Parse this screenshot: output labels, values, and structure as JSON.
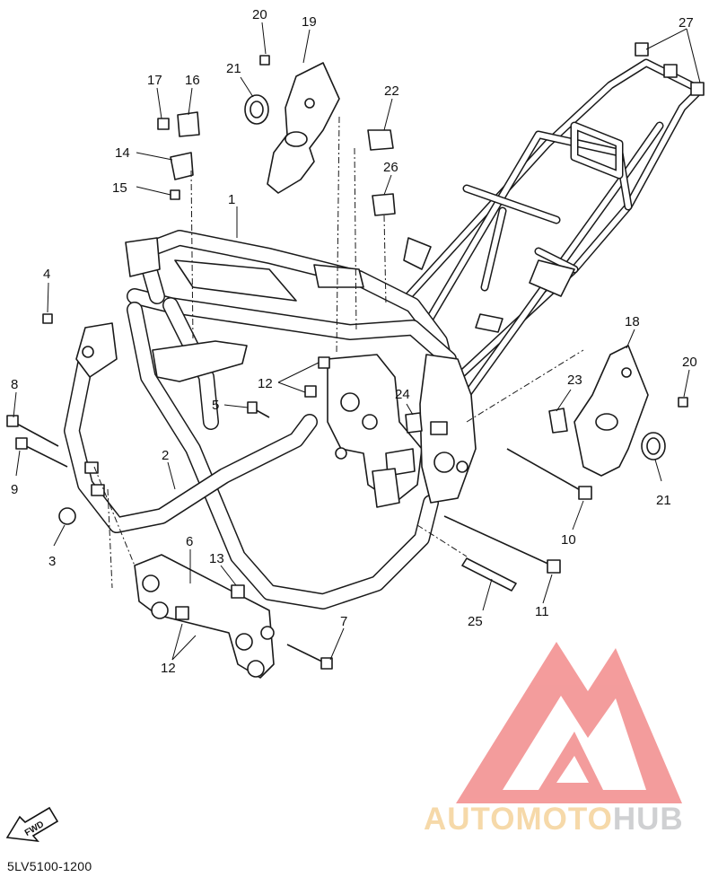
{
  "document": {
    "code": "5LV5100-1200",
    "direction_badge": "FWD"
  },
  "watermark": {
    "brand_part1": "AUTOMOTO",
    "brand_part2": "HUB",
    "color_logo": "#f28b8b",
    "color_text1": "#f6d9a9",
    "color_text2": "#cfd0d2"
  },
  "callouts": [
    {
      "id": "c1",
      "label": "1"
    },
    {
      "id": "c2",
      "label": "2"
    },
    {
      "id": "c3",
      "label": "3"
    },
    {
      "id": "c4",
      "label": "4"
    },
    {
      "id": "c5",
      "label": "5"
    },
    {
      "id": "c6",
      "label": "6"
    },
    {
      "id": "c7",
      "label": "7"
    },
    {
      "id": "c8",
      "label": "8"
    },
    {
      "id": "c9",
      "label": "9"
    },
    {
      "id": "c10",
      "label": "10"
    },
    {
      "id": "c11",
      "label": "11"
    },
    {
      "id": "c12a",
      "label": "12"
    },
    {
      "id": "c12b",
      "label": "12"
    },
    {
      "id": "c13",
      "label": "13"
    },
    {
      "id": "c14",
      "label": "14"
    },
    {
      "id": "c15",
      "label": "15"
    },
    {
      "id": "c16",
      "label": "16"
    },
    {
      "id": "c17",
      "label": "17"
    },
    {
      "id": "c19",
      "label": "19"
    },
    {
      "id": "c18",
      "label": "18"
    },
    {
      "id": "c20a",
      "label": "20"
    },
    {
      "id": "c20b",
      "label": "20"
    },
    {
      "id": "c21a",
      "label": "21"
    },
    {
      "id": "c21b",
      "label": "21"
    },
    {
      "id": "c22",
      "label": "22"
    },
    {
      "id": "c23",
      "label": "23"
    },
    {
      "id": "c24",
      "label": "24"
    },
    {
      "id": "c25",
      "label": "25"
    },
    {
      "id": "c26",
      "label": "26"
    },
    {
      "id": "c27",
      "label": "27"
    }
  ]
}
